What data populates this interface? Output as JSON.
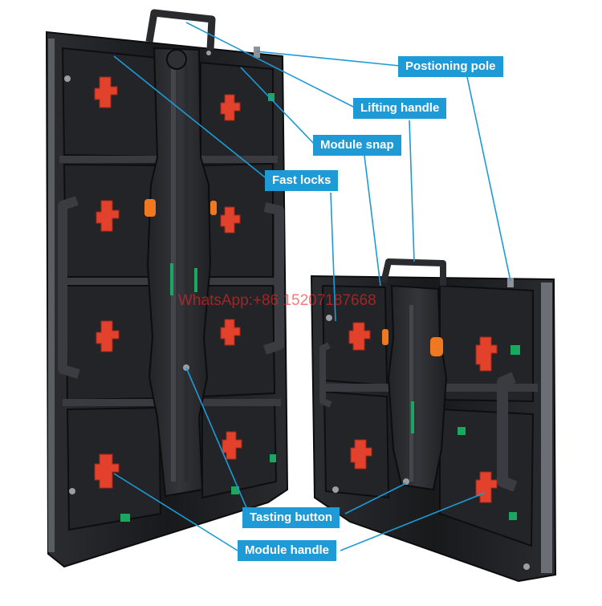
{
  "callouts": {
    "positioning_pole": "Postioning pole",
    "lifting_handle": "Lifting handle",
    "module_snap": "Module snap",
    "fast_locks": "Fast locks",
    "testing_button": "Tasting button",
    "module_handle": "Module handle"
  },
  "watermark": "WhatsApp:+86 15207187668",
  "colors": {
    "callout_bg": "#1e9ad6",
    "leader_line": "#1e9ad6",
    "cabinet_frame": "#1c1d20",
    "lock_red": "#e2412b",
    "latch_orange": "#f07820",
    "status_green": "#1aa860",
    "watermark_red": "#eb2828"
  }
}
